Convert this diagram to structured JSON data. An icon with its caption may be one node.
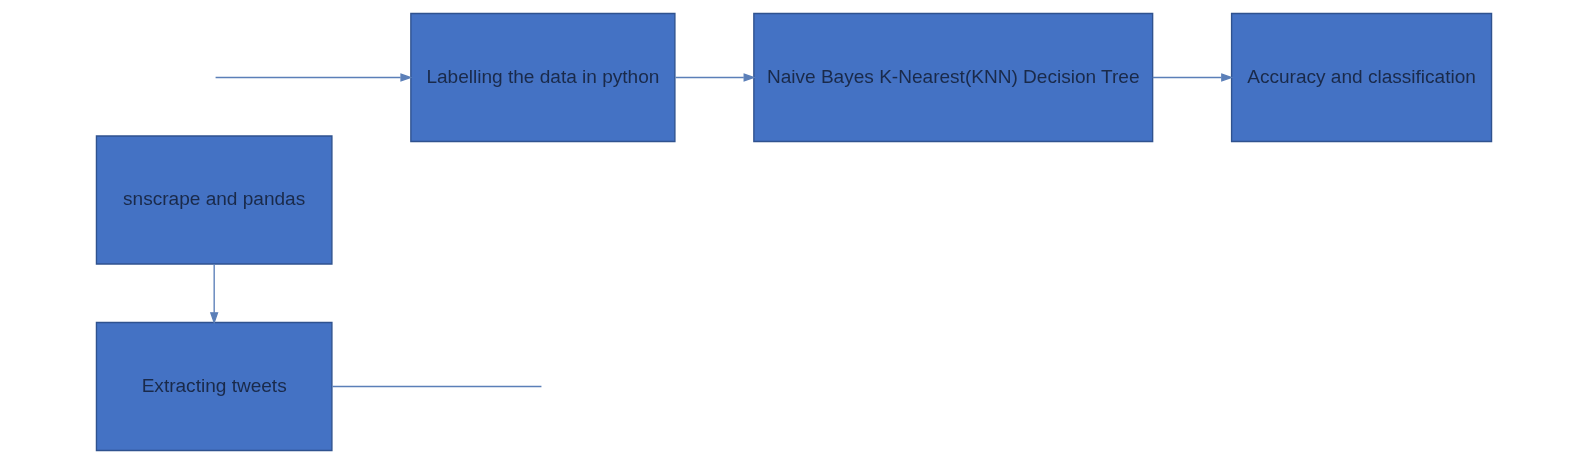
{
  "diagram": {
    "nodes": [
      {
        "text": [
          "snscrape and pandas"
        ]
      },
      {
        "text": [
          "Extracting tweets"
        ]
      },
      {
        "text": [
          "Labelling the data in python"
        ]
      },
      {
        "text": [
          "Naive Bayes K-Nearest(KNN) Decision Tree"
        ]
      },
      {
        "text": [
          "Accuracy and classification"
        ]
      }
    ],
    "edges": [
      {
        "from": 0,
        "to": 1,
        "arrow": "to"
      },
      {
        "from": 1,
        "to": null,
        "arrow": "none"
      },
      {
        "from": null,
        "to": 2,
        "arrow": "to"
      },
      {
        "from": 2,
        "to": 3,
        "arrow": "to"
      },
      {
        "from": 3,
        "to": 4,
        "arrow": "to"
      }
    ]
  }
}
